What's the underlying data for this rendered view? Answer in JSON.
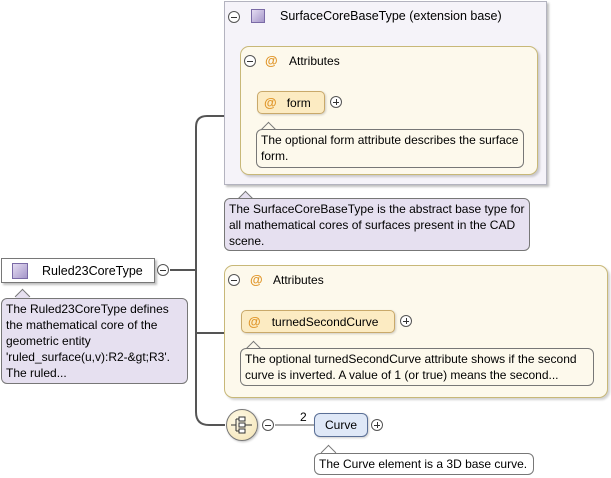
{
  "root": {
    "label": "Ruled23CoreType",
    "description": "The Ruled23CoreType defines the mathematical core of the geometric entity 'ruled_surface(u,v):R2-&gt;R3'. The ruled..."
  },
  "extension_base": {
    "title": "SurfaceCoreBaseType (extension base)",
    "description": "The SurfaceCoreBaseType is the abstract base type for all mathematical cores of surfaces present in the CAD scene.",
    "attributes": {
      "title": "Attributes",
      "items": [
        {
          "name": "form",
          "description": "The optional form attribute describes the surface form."
        }
      ]
    }
  },
  "own_attributes": {
    "title": "Attributes",
    "items": [
      {
        "name": "turnedSecondCurve",
        "description": "The optional turnedSecondCurve attribute shows if the second curve is inverted. A value of 1 (or true) means the second..."
      }
    ]
  },
  "sequence": {
    "cardinality": "2",
    "element": {
      "name": "Curve",
      "description": "The Curve element is a 3D base curve."
    }
  },
  "icons": {
    "complex_type": "complex-type-icon",
    "attribute": "attribute-icon",
    "sequence": "sequence-icon",
    "collapse": "collapse-icon",
    "expand": "expand-icon"
  }
}
